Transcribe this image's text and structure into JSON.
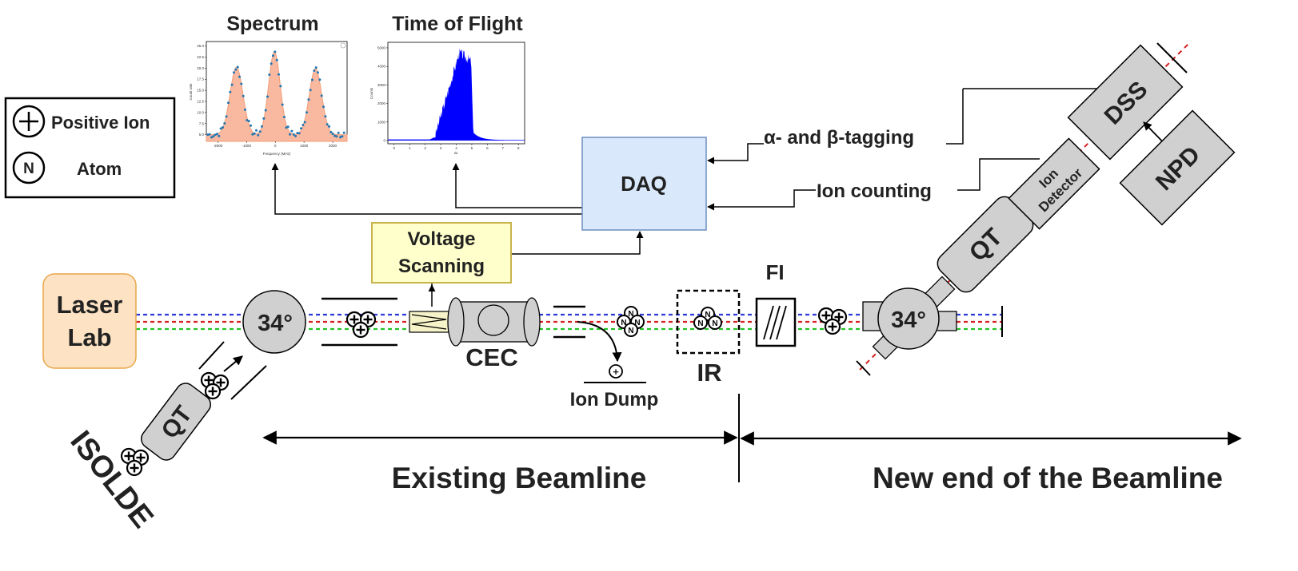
{
  "colors": {
    "beam_blue": "#2b3bd6",
    "beam_red": "#d62020",
    "beam_green": "#22c422",
    "laser_fill": "#fde3c4",
    "laser_stroke": "#e8a64a",
    "daq_fill": "#dae8fc",
    "daq_stroke": "#6c8ebf",
    "voltage_fill": "#ffffcc",
    "voltage_stroke": "#c8b44b",
    "component_fill": "#d0d0d0",
    "spectrum_fill": "#f9b9a1",
    "spectrum_points": "#1f77b4",
    "tof_fill": "#0000ff"
  },
  "legend": {
    "positive_ion_symbol": "+",
    "positive_ion_label": "Positive Ion",
    "atom_symbol": "N",
    "atom_label": "Atom"
  },
  "plots": {
    "spectrum": {
      "title": "Spectrum",
      "xlabel": "Frequency (MHz)",
      "ylabel": "Count rate",
      "x_ticks": [
        "-2000",
        "-1000",
        "0",
        "1000",
        "2000"
      ],
      "y_ticks": [
        "5.0",
        "7.5",
        "10.0",
        "12.5",
        "15.0",
        "17.5",
        "20.0",
        "22.5",
        "25.0"
      ]
    },
    "tof": {
      "title": "Time of Flight",
      "xlabel": "Δt",
      "ylabel": "Counts",
      "x_ticks": [
        "0",
        "1",
        "2",
        "3",
        "4",
        "5",
        "6",
        "7",
        "8"
      ],
      "y_ticks": [
        "0",
        "1000",
        "2000",
        "3000",
        "4000",
        "5000"
      ]
    }
  },
  "labels": {
    "daq": "DAQ",
    "voltage_line1": "Voltage",
    "voltage_line2": "Scanning",
    "laser_line1": "Laser",
    "laser_line2": "Lab",
    "bender_left": "34°",
    "bender_right": "34°",
    "qt_left": "QT",
    "qt_right": "QT",
    "isolde": "ISOLDE",
    "cec": "CEC",
    "ion_dump": "Ion Dump",
    "ion_dump_symbol": "+",
    "ir": "IR",
    "fi": "FI",
    "dss": "DSS",
    "npd": "NPD",
    "ion_detector_line1": "Ion",
    "ion_detector_line2": "Detector",
    "alpha_beta_tagging": "α- and β-tagging",
    "ion_counting": "Ion counting",
    "existing_beamline": "Existing Beamline",
    "new_end": "New end of the Beamline"
  }
}
